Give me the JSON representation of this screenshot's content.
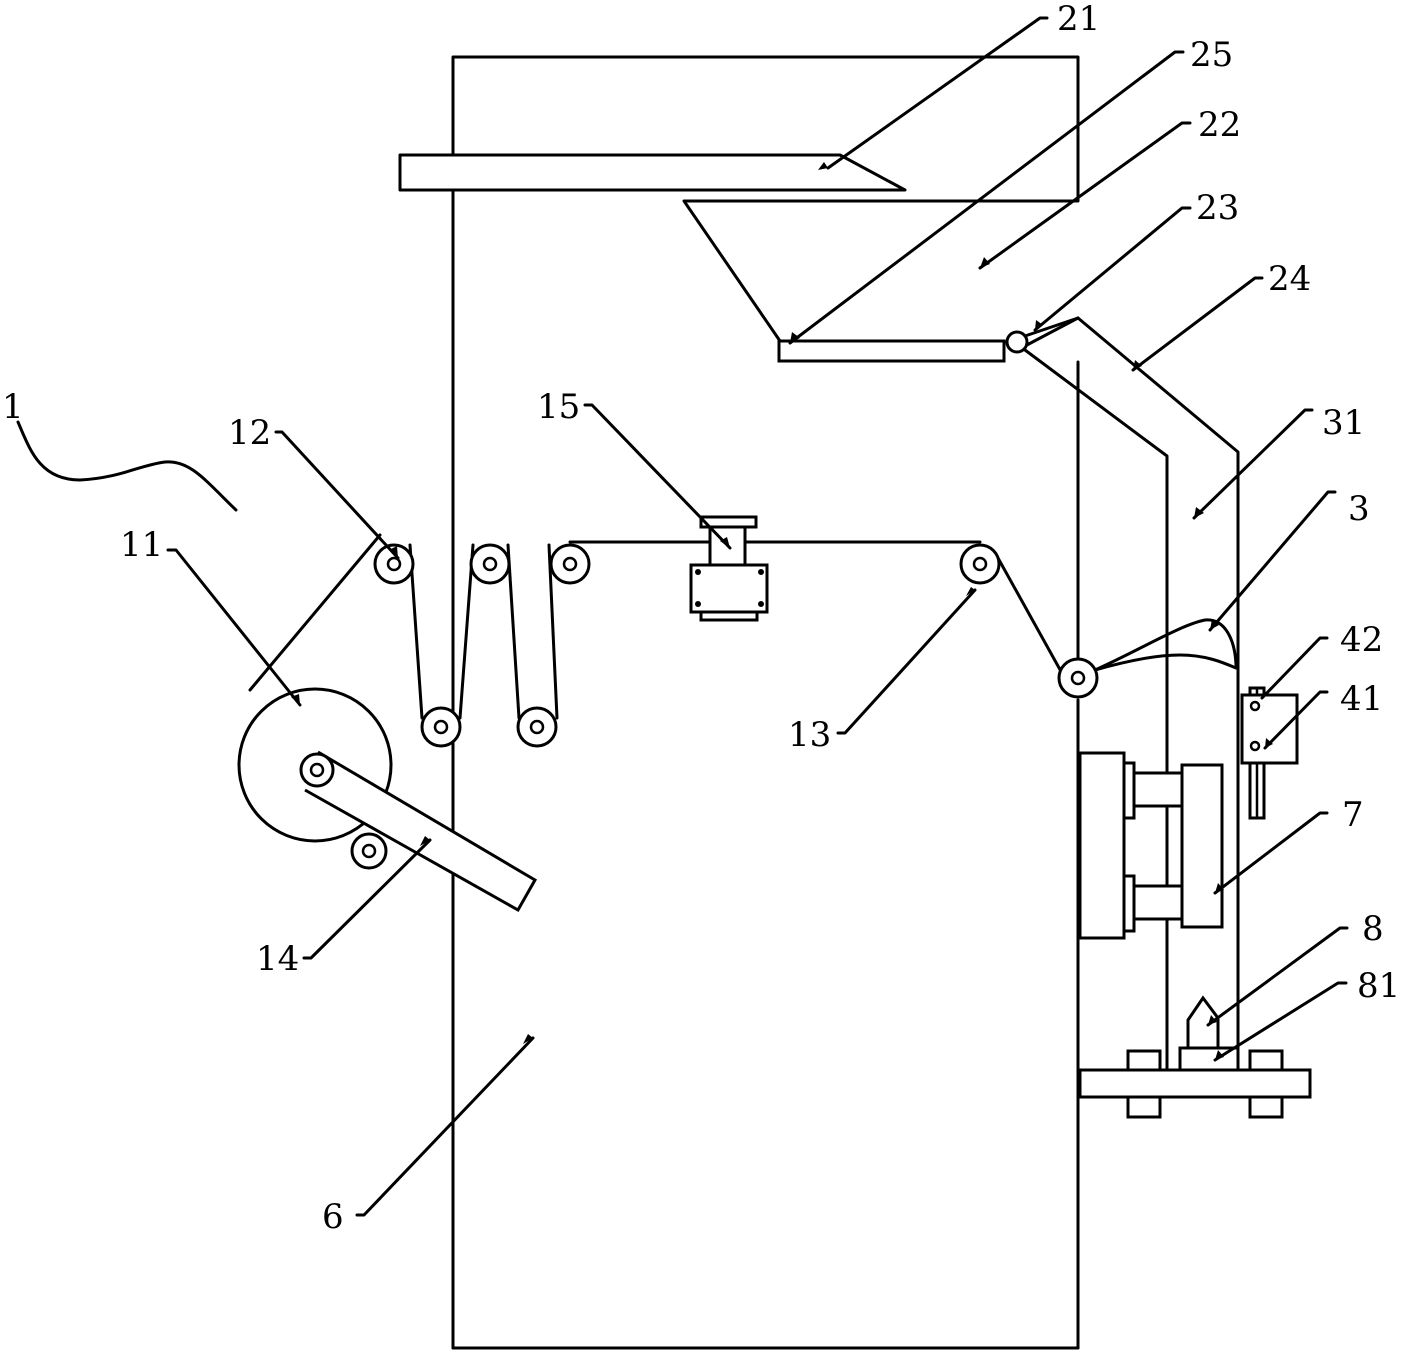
{
  "figure": {
    "type": "patent-mechanical-drawing",
    "subject": "packaging machine side view",
    "colors": {
      "line": "#000000",
      "background": "#ffffff"
    }
  },
  "callouts": [
    {
      "id": "1",
      "label": "1",
      "part": "film-feeding-mechanism"
    },
    {
      "id": "11",
      "label": "11",
      "part": "film-roll"
    },
    {
      "id": "12",
      "label": "12",
      "part": "guide-rollers"
    },
    {
      "id": "13",
      "label": "13",
      "part": "tension-roller"
    },
    {
      "id": "14",
      "label": "14",
      "part": "roll-support-arm"
    },
    {
      "id": "15",
      "label": "15",
      "part": "printer-head"
    },
    {
      "id": "21",
      "label": "21",
      "part": "feed-chute"
    },
    {
      "id": "22",
      "label": "22",
      "part": "hopper"
    },
    {
      "id": "23",
      "label": "23",
      "part": "hinge-pivot"
    },
    {
      "id": "24",
      "label": "24",
      "part": "forming-tube-upper"
    },
    {
      "id": "25",
      "label": "25",
      "part": "hopper-gate-plate"
    },
    {
      "id": "3",
      "label": "3",
      "part": "bag-former-collar"
    },
    {
      "id": "31",
      "label": "31",
      "part": "forming-tube"
    },
    {
      "id": "41",
      "label": "41",
      "part": "sensor-block"
    },
    {
      "id": "42",
      "label": "42",
      "part": "sensor-rail"
    },
    {
      "id": "6",
      "label": "6",
      "part": "machine-frame"
    },
    {
      "id": "7",
      "label": "7",
      "part": "sealing-jaw"
    },
    {
      "id": "8",
      "label": "8",
      "part": "cutter-blade"
    },
    {
      "id": "81",
      "label": "81",
      "part": "cutter-base"
    }
  ]
}
